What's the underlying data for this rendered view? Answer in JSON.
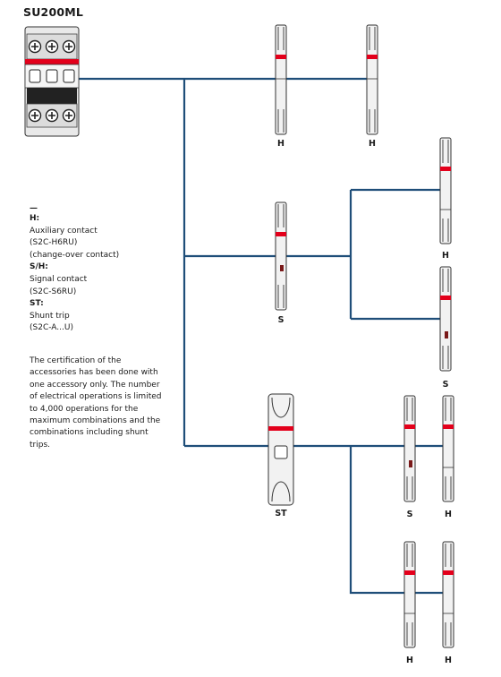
{
  "title": "SU200ML",
  "colors": {
    "line": "#1f4e79",
    "accent_red": "#e3001b",
    "module_fill": "#f2f2f2",
    "module_stroke": "#333333"
  },
  "legend": {
    "dash": "—",
    "entries": [
      {
        "key": "H:",
        "desc": [
          "Auxiliary contact",
          "(S2C-H6RU)",
          "(change-over contact)"
        ]
      },
      {
        "key": "S/H:",
        "desc": [
          "Signal contact",
          "(S2C-S6RU)"
        ]
      },
      {
        "key": "ST:",
        "desc": [
          "Shunt trip",
          "(S2C-A...U)"
        ]
      }
    ]
  },
  "note": "The certification of the accessories has been done with one accessory only. The number of electrical operations is limited to 4,000 operations for the maximum combinations and the combinations including shunt trips.",
  "labels": {
    "row1": [
      "H",
      "H"
    ],
    "row2_top": "H",
    "row2_mid": "S",
    "row2_bottom": "S",
    "row3_st": "ST",
    "row3_pair": [
      "S",
      "H"
    ],
    "row4_pair": [
      "H",
      "H"
    ]
  }
}
